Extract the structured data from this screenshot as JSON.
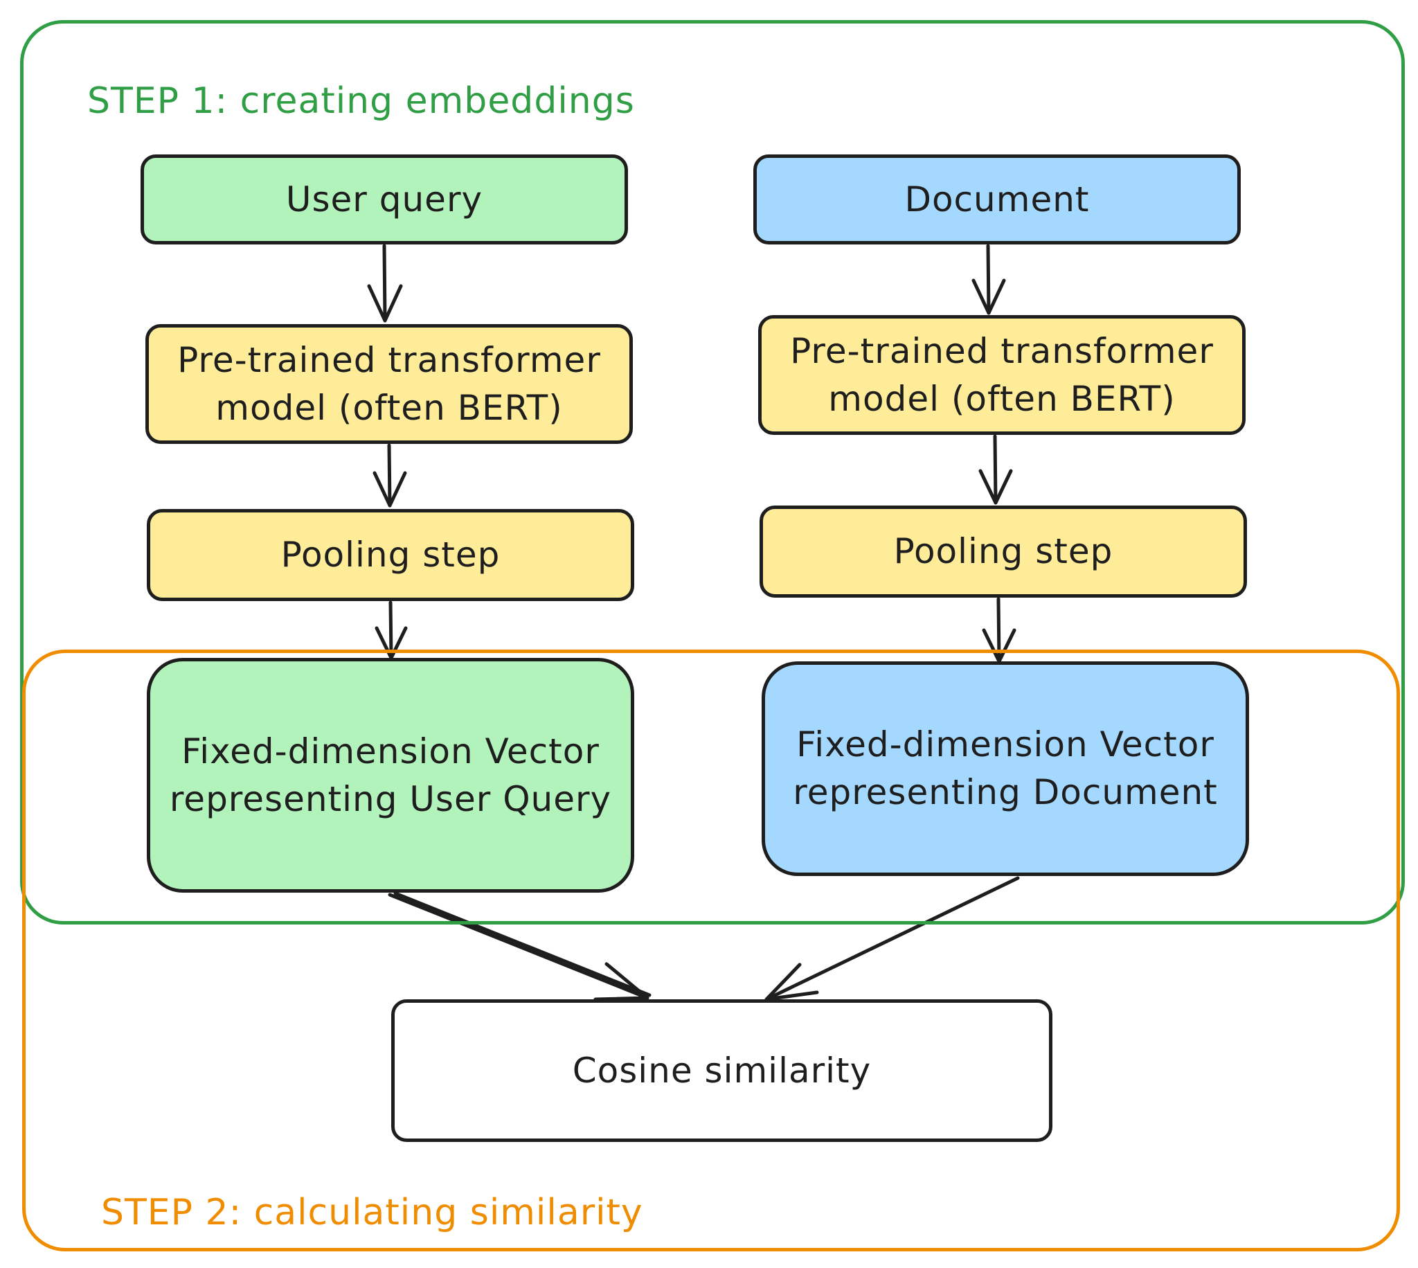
{
  "colors": {
    "step1_frame": "#2f9e44",
    "step2_frame": "#f08c00",
    "query_fill": "#b2f2bb",
    "document_fill": "#a5d8ff",
    "process_fill": "#ffec99",
    "result_fill": "#ffffff",
    "stroke": "#1e1e1e"
  },
  "groups": {
    "step1": {
      "label": "STEP 1: creating embeddings"
    },
    "step2": {
      "label": "STEP 2: calculating similarity"
    }
  },
  "query_column": {
    "input": "User query",
    "model": "Pre-trained transformer\nmodel (often BERT)",
    "pooling": "Pooling step",
    "vector": "Fixed-dimension Vector\nrepresenting User Query"
  },
  "document_column": {
    "input": "Document",
    "model": "Pre-trained transformer\nmodel (often BERT)",
    "pooling": "Pooling step",
    "vector": "Fixed-dimension Vector\nrepresenting Document"
  },
  "result": {
    "label": "Cosine similarity"
  }
}
